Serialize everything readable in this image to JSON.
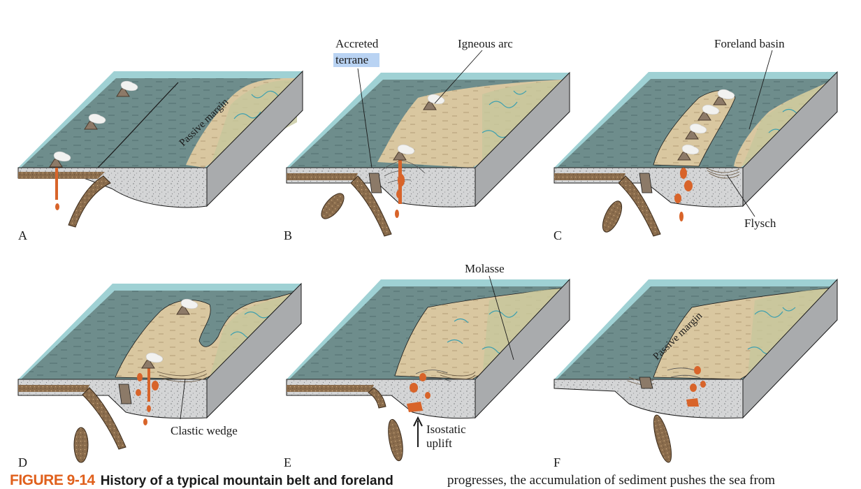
{
  "panels": {
    "a": {
      "letter": "A",
      "passive_margin": "Passive margin"
    },
    "b": {
      "letter": "B",
      "accreted": "Accreted",
      "terrane": "terrane",
      "igneous_arc": "Igneous arc"
    },
    "c": {
      "letter": "C",
      "foreland_basin": "Foreland basin",
      "flysch": "Flysch"
    },
    "d": {
      "letter": "D",
      "clastic_wedge": "Clastic wedge"
    },
    "e": {
      "letter": "E",
      "molasse": "Molasse",
      "isostatic": "Isostatic",
      "uplift": "uplift"
    },
    "f": {
      "letter": "F",
      "passive_margin": "Passive margin"
    }
  },
  "caption": {
    "figure_number": "FIGURE 9-14",
    "title": "History of a typical mountain belt and foreland",
    "body_fragment": "progresses, the accumulation of sediment pushes the sea from"
  },
  "colors": {
    "sea_surface": "#8ec9cc",
    "sea_top": "#6e8d8c",
    "land": "#d9c7a0",
    "land_green": "#c5c79c",
    "crust_block": "#d4d5d6",
    "slab": "#8a6c4c",
    "magma": "#d8642a",
    "river": "#3a9fb0",
    "figure_number": "#e0601c",
    "highlight": "#b9d3f3"
  }
}
